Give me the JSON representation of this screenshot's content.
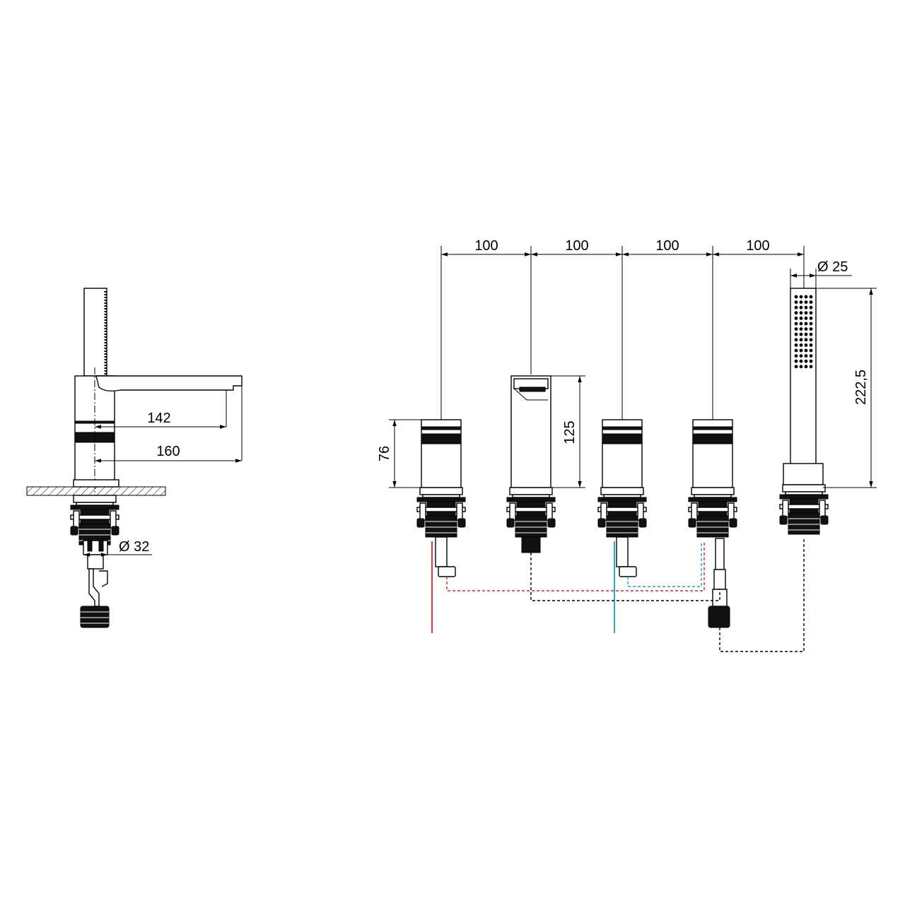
{
  "dimensions": {
    "spacing_1": "100",
    "spacing_2": "100",
    "spacing_3": "100",
    "spacing_4": "100",
    "spout_reach_short": "142",
    "spout_reach_long": "160",
    "pipe_diameter": "Ø 32",
    "handle_height": "76",
    "spout_height": "125",
    "handshower_diameter": "Ø 25",
    "handshower_height": "222,5"
  },
  "colors": {
    "hot": "#d9262b",
    "cold": "#1aa3c8",
    "mixed": "#000000"
  }
}
